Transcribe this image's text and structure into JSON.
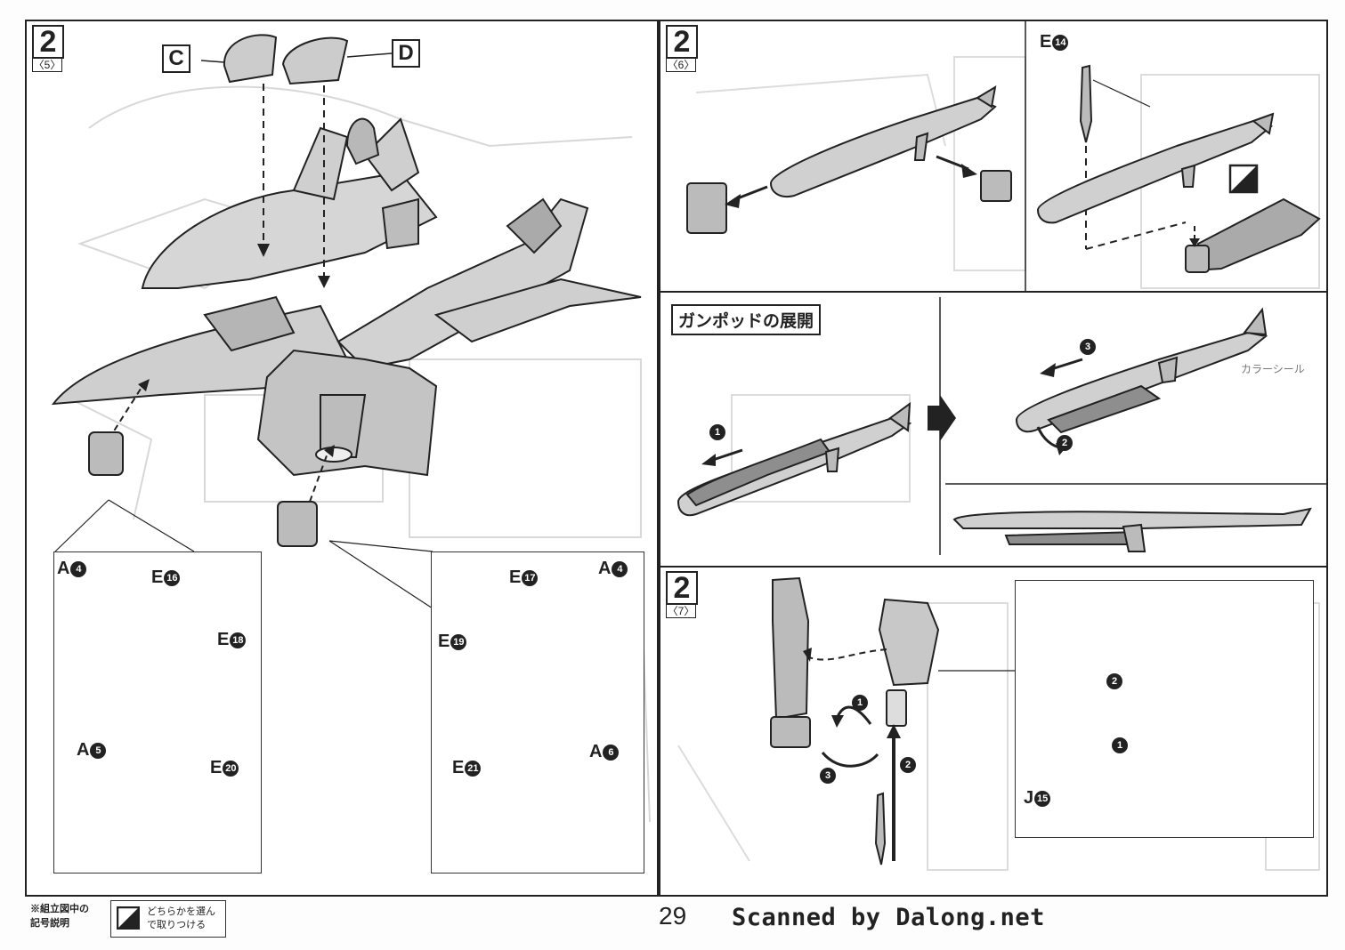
{
  "panels": {
    "left": {
      "step": "2",
      "sub": "〈5〉",
      "parts": {
        "c": "C",
        "d": "D",
        "a4_left": "A",
        "e16": "E",
        "e18": "E",
        "a5": "A",
        "e20": "E",
        "e17": "E",
        "a4_right": "A",
        "e19": "E",
        "e21": "E",
        "a6": "A"
      },
      "numbers": {
        "a4_left": "4",
        "e16": "16",
        "e18": "18",
        "a5": "5",
        "e20": "20",
        "e17": "17",
        "a4_right": "4",
        "e19": "19",
        "e21": "21",
        "a6": "6"
      }
    },
    "top_right": {
      "step": "2",
      "sub": "〈6〉",
      "e14_part": "E",
      "e14_num": "14"
    },
    "middle_right": {
      "title": "ガンポッドの展開",
      "background_text": "カラーシール",
      "steps": [
        "1",
        "2",
        "3"
      ]
    },
    "bottom_right": {
      "step": "2",
      "sub": "〈7〉",
      "steps": [
        "1",
        "2",
        "3"
      ],
      "sub_steps": [
        "1",
        "2"
      ],
      "j15_part": "J",
      "j15_num": "15"
    }
  },
  "legend": {
    "label_line1": "※組立図中の",
    "label_line2": "記号説明",
    "text_line1": "どちらかを選ん",
    "text_line2": "で取りつける"
  },
  "footer": {
    "page_number": "29",
    "credit": "Scanned by Dalong.net"
  },
  "colors": {
    "line": "#222222",
    "part_fill": "#c9c9c9",
    "part_dark": "#8a8a8a",
    "ghost": "#d6d6d6"
  }
}
